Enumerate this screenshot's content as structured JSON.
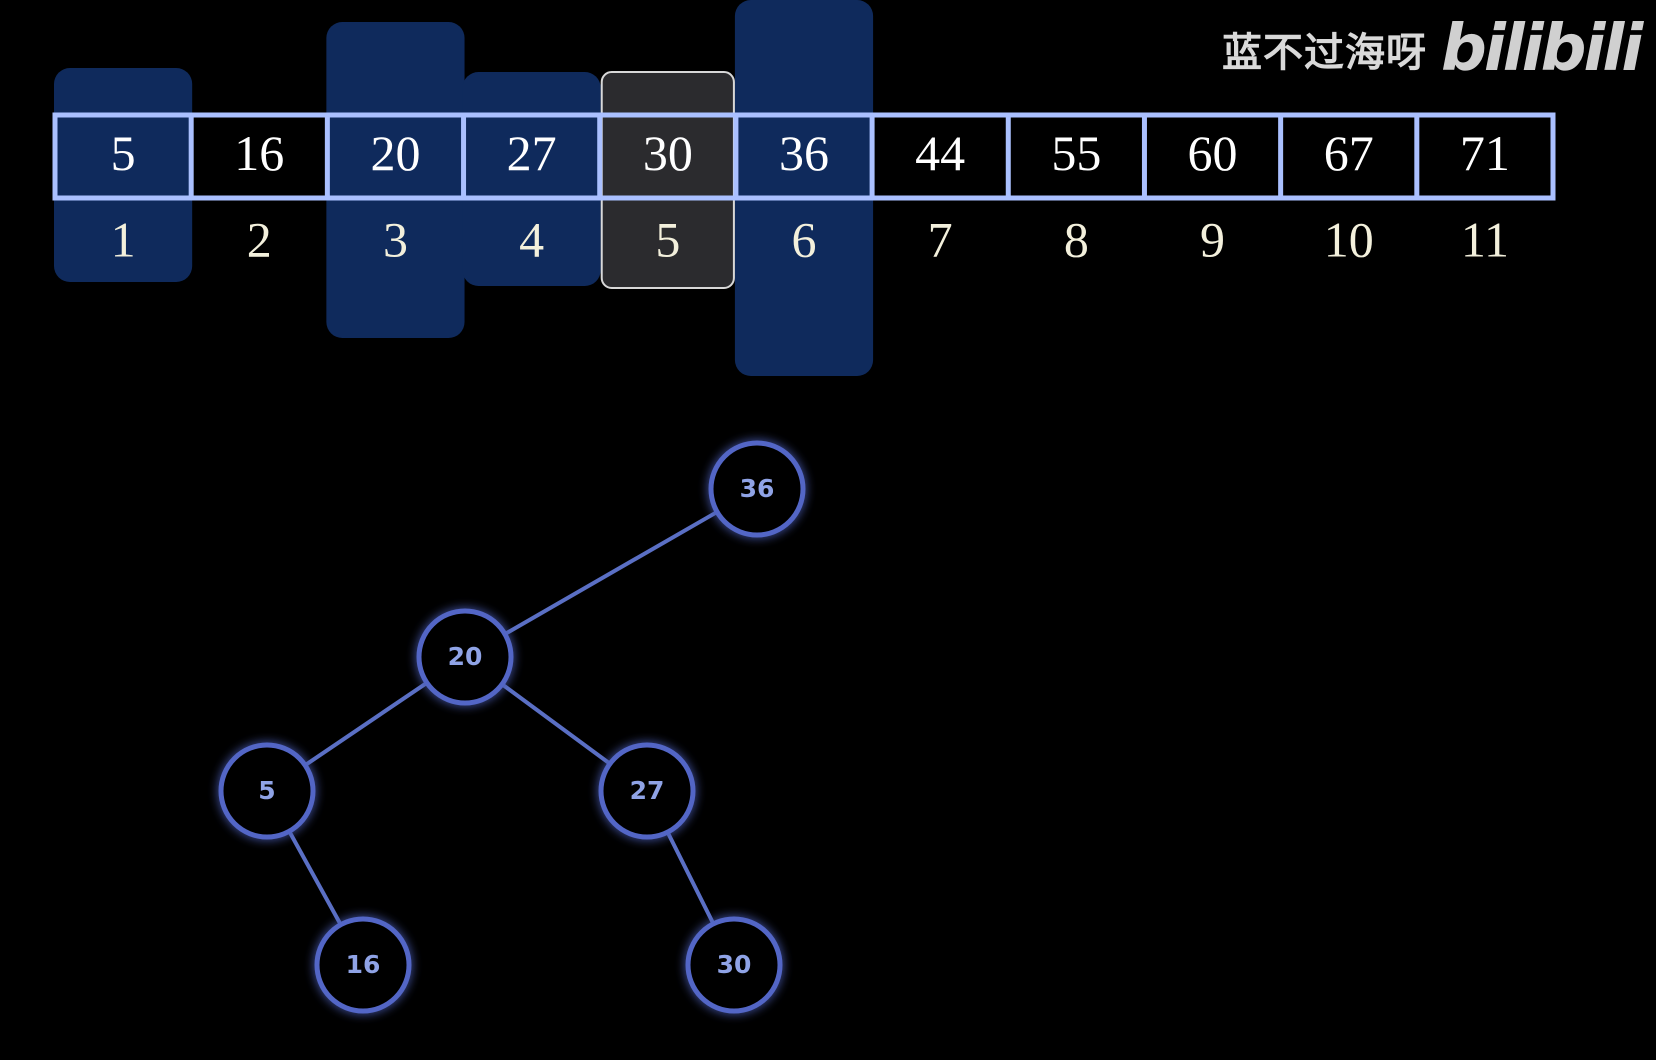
{
  "watermark": {
    "text": "蓝不过海呀",
    "logo": "bilibili"
  },
  "array": {
    "values": [
      "5",
      "16",
      "20",
      "27",
      "30",
      "36",
      "44",
      "55",
      "60",
      "67",
      "71"
    ],
    "indices": [
      "1",
      "2",
      "3",
      "4",
      "5",
      "6",
      "7",
      "8",
      "9",
      "10",
      "11"
    ],
    "highlighted_indices": [
      1,
      3,
      4,
      6
    ],
    "current_index": 5
  },
  "tree": {
    "nodes": [
      {
        "id": "n36",
        "label": "36"
      },
      {
        "id": "n20",
        "label": "20"
      },
      {
        "id": "n5",
        "label": "5"
      },
      {
        "id": "n27",
        "label": "27"
      },
      {
        "id": "n16",
        "label": "16"
      },
      {
        "id": "n30",
        "label": "30"
      }
    ],
    "edges": [
      [
        "n36",
        "n20"
      ],
      [
        "n20",
        "n5"
      ],
      [
        "n20",
        "n27"
      ],
      [
        "n5",
        "n16"
      ],
      [
        "n27",
        "n30"
      ]
    ]
  },
  "colors": {
    "background": "#000000",
    "highlight": "#0f2a5c",
    "current": "#2b2b2e",
    "cell_border": "#aac0ff",
    "node_stroke": "#5266c6",
    "edge": "#5a6fc4",
    "node_label": "#8fa3e6"
  }
}
